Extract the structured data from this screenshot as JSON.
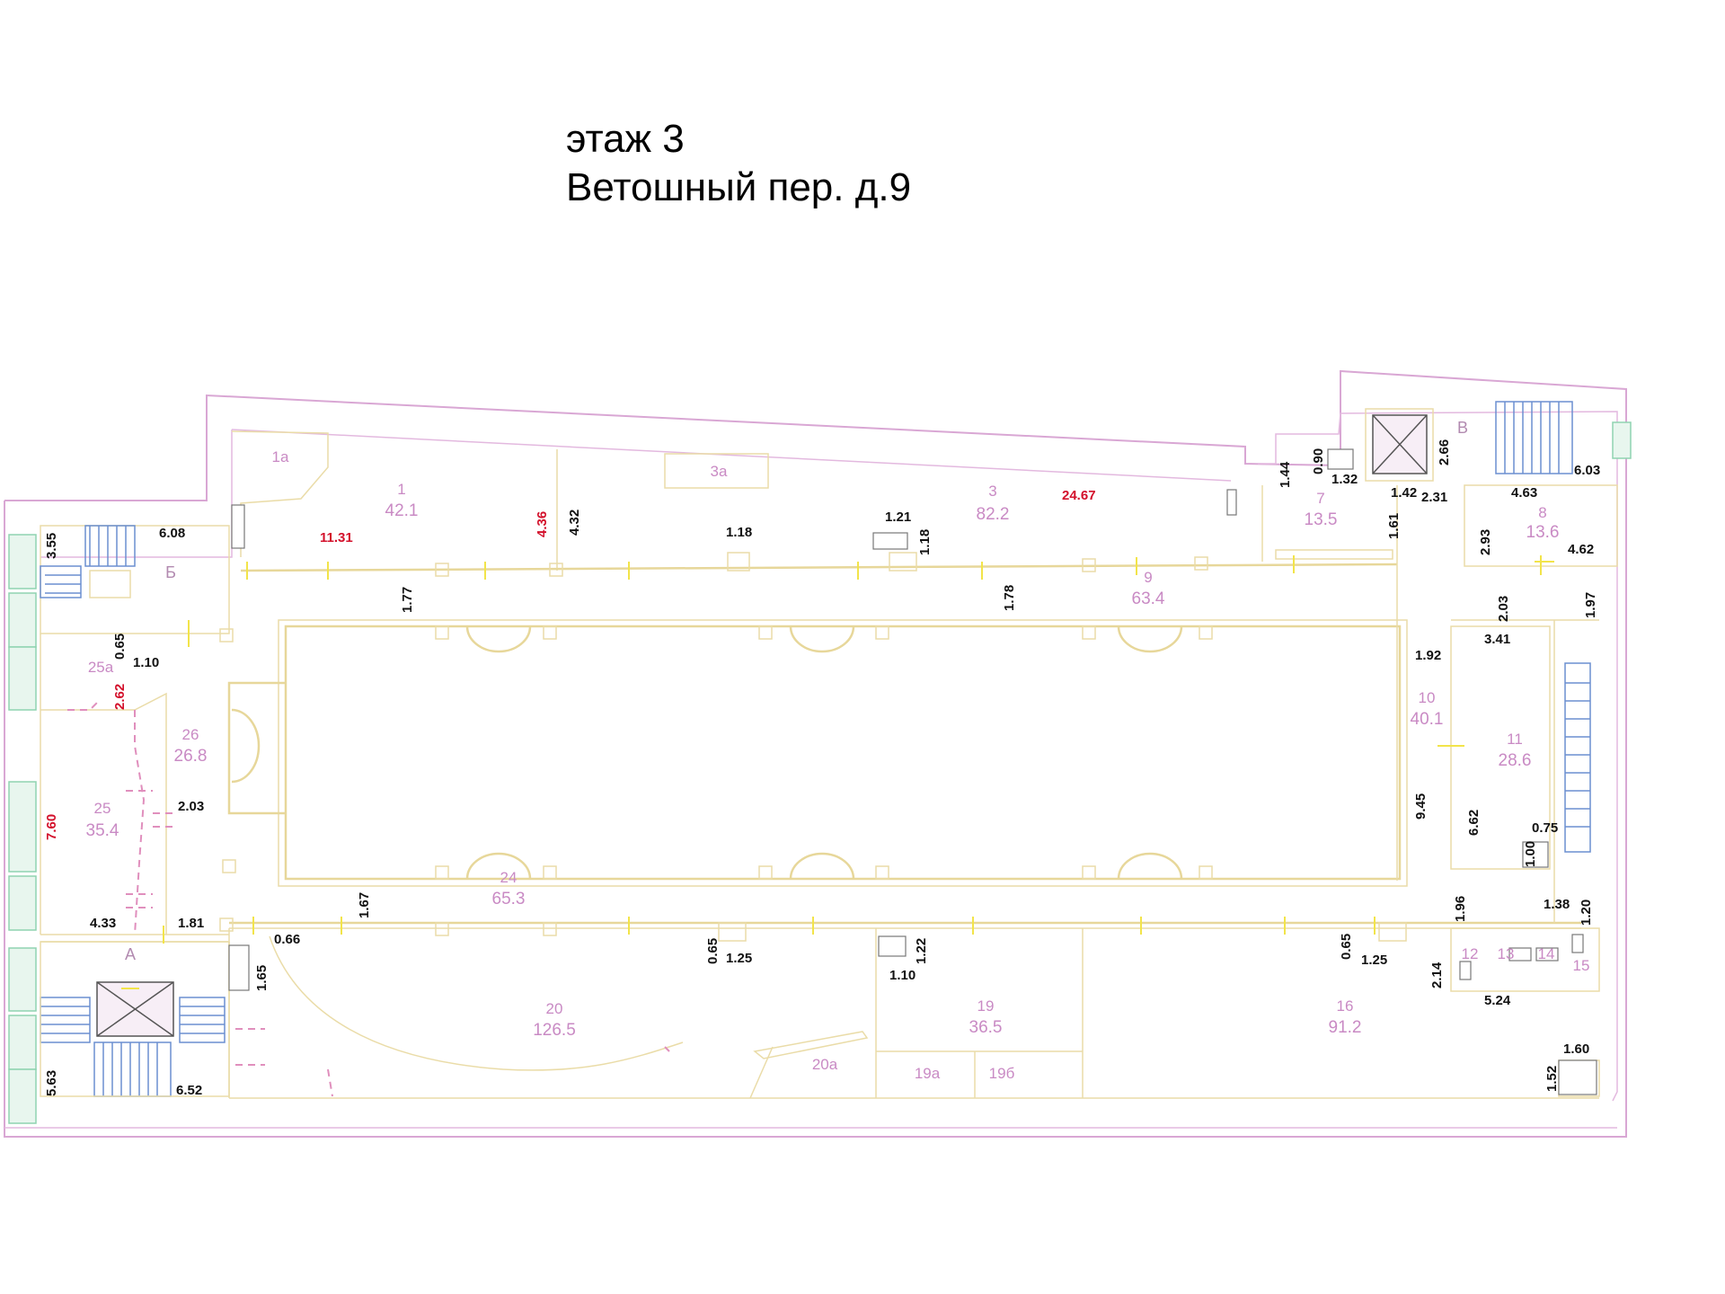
{
  "title": {
    "line1": "этаж 3",
    "line2": "Ветошный пер. д.9"
  },
  "sections": [
    "Б",
    "А",
    "В"
  ],
  "rooms": [
    {
      "num": "1а",
      "area": ""
    },
    {
      "num": "1",
      "area": "42.1"
    },
    {
      "num": "3а",
      "area": ""
    },
    {
      "num": "3",
      "area": "82.2"
    },
    {
      "num": "7",
      "area": "13.5"
    },
    {
      "num": "8",
      "area": "13.6"
    },
    {
      "num": "9",
      "area": "63.4"
    },
    {
      "num": "10",
      "area": "40.1"
    },
    {
      "num": "11",
      "area": "28.6"
    },
    {
      "num": "24",
      "area": "65.3"
    },
    {
      "num": "25а",
      "area": ""
    },
    {
      "num": "25",
      "area": "35.4"
    },
    {
      "num": "26",
      "area": "26.8"
    },
    {
      "num": "20",
      "area": "126.5"
    },
    {
      "num": "20а",
      "area": ""
    },
    {
      "num": "19",
      "area": "36.5"
    },
    {
      "num": "19а",
      "area": ""
    },
    {
      "num": "19б",
      "area": ""
    },
    {
      "num": "16",
      "area": "91.2"
    },
    {
      "num": "12",
      "area": ""
    },
    {
      "num": "13",
      "area": ""
    },
    {
      "num": "14",
      "area": ""
    },
    {
      "num": "15",
      "area": ""
    }
  ],
  "dimensions": [
    "6.08",
    "3.55",
    "11.31",
    "4.36",
    "4.32",
    "1.18",
    "1.21",
    "1.18",
    "24.67",
    "1.44",
    "0.90",
    "1.32",
    "2.66",
    "6.03",
    "1.42",
    "1.61",
    "2.31",
    "4.63",
    "2.93",
    "4.62",
    "1.77",
    "1.78",
    "2.03",
    "1.97",
    "0.65",
    "1.10",
    "3.41",
    "2.62",
    "1.92",
    "7.60",
    "2.03",
    "9.45",
    "6.62",
    "0.75",
    "1.00",
    "4.33",
    "1.81",
    "1.67",
    "1.96",
    "1.38",
    "1.20",
    "0.66",
    "0.65",
    "1.25",
    "1.22",
    "1.10",
    "0.65",
    "1.25",
    "2.14",
    "5.24",
    "1.65",
    "1.60",
    "1.52",
    "5.63",
    "6.52"
  ],
  "red_dimensions": [
    "11.31",
    "4.36",
    "24.67",
    "2.62",
    "7.60"
  ]
}
